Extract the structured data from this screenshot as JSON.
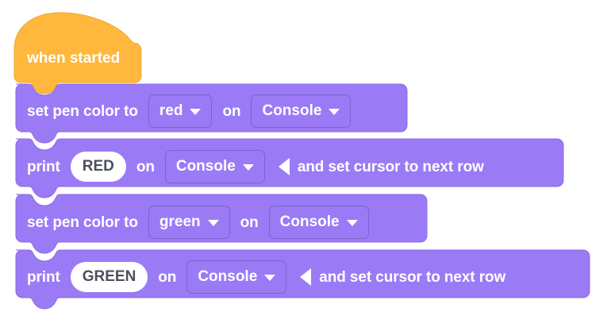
{
  "app": {
    "name": "block-based-code-editor",
    "canvas_background": "#ffffff"
  },
  "colors": {
    "event_block": "#ffb73d",
    "command_block": "#9a7bf5",
    "block_outline": "#7e63cf",
    "field_outline": "#7e63cf",
    "label_text": "#ffffff",
    "input_oval_bg": "#ffffff",
    "input_oval_text": "#4b4f5c"
  },
  "script": {
    "hat": {
      "type": "event-hat",
      "label": "when started"
    },
    "blocks": [
      {
        "id": "set-pen-color-red",
        "type": "command",
        "label_start": "set pen color to",
        "color_dropdown": {
          "value": "red",
          "caret": "chevron-down-icon"
        },
        "label_mid": "on",
        "target_dropdown": {
          "value": "Console",
          "caret": "chevron-down-icon"
        }
      },
      {
        "id": "print-red",
        "type": "command",
        "label_start": "print",
        "text_input": {
          "value": "RED"
        },
        "label_mid": "on",
        "target_dropdown": {
          "value": "Console",
          "caret": "chevron-down-icon"
        },
        "collapse_arrow": "triangle-left-icon",
        "label_end": "and set cursor to next row"
      },
      {
        "id": "set-pen-color-green",
        "type": "command",
        "label_start": "set pen color to",
        "color_dropdown": {
          "value": "green",
          "caret": "chevron-down-icon"
        },
        "label_mid": "on",
        "target_dropdown": {
          "value": "Console",
          "caret": "chevron-down-icon"
        }
      },
      {
        "id": "print-green",
        "type": "command",
        "label_start": "print",
        "text_input": {
          "value": "GREEN"
        },
        "label_mid": "on",
        "target_dropdown": {
          "value": "Console",
          "caret": "chevron-down-icon"
        },
        "collapse_arrow": "triangle-left-icon",
        "label_end": "and set cursor to next row"
      }
    ]
  }
}
